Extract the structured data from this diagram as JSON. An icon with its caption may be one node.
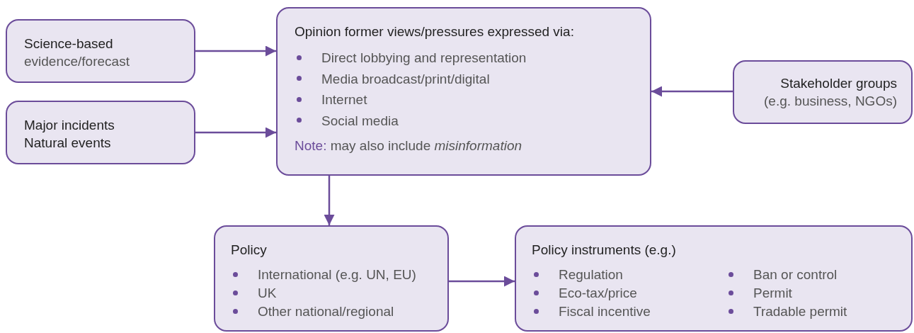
{
  "diagram": {
    "nodes": [
      {
        "text": [
          "Science-based",
          "evidence/forecast"
        ]
      },
      {
        "text": [
          "Major incidents",
          "Natural events"
        ]
      },
      {
        "text": [
          "Opinion former views/pressures expressed via:",
          "Direct lobbying and representation",
          "Media broadcast/print/digital",
          "Internet",
          "Social media",
          "**Note:** may also include *misinformation*"
        ]
      },
      {
        "text": [
          "Stakeholder groups",
          "(e.g. business, NGOs)"
        ]
      },
      {
        "text": [
          "Policy",
          "International (e.g. UN, EU)",
          "UK",
          "Other national/regional"
        ]
      },
      {
        "text": [
          "Policy instruments (e.g.)",
          "Regulation",
          "Eco-tax/price",
          "Fiscal incentive",
          "Ban or control",
          "Permit",
          "Tradable permit"
        ]
      }
    ],
    "edges": [
      {
        "from": 0,
        "to": 2,
        "arrow": "to"
      },
      {
        "from": 1,
        "to": 2,
        "arrow": "to"
      },
      {
        "from": 3,
        "to": 2,
        "arrow": "to"
      },
      {
        "from": 2,
        "to": 4,
        "arrow": "to"
      },
      {
        "from": 4,
        "to": 5,
        "arrow": "to"
      }
    ]
  }
}
